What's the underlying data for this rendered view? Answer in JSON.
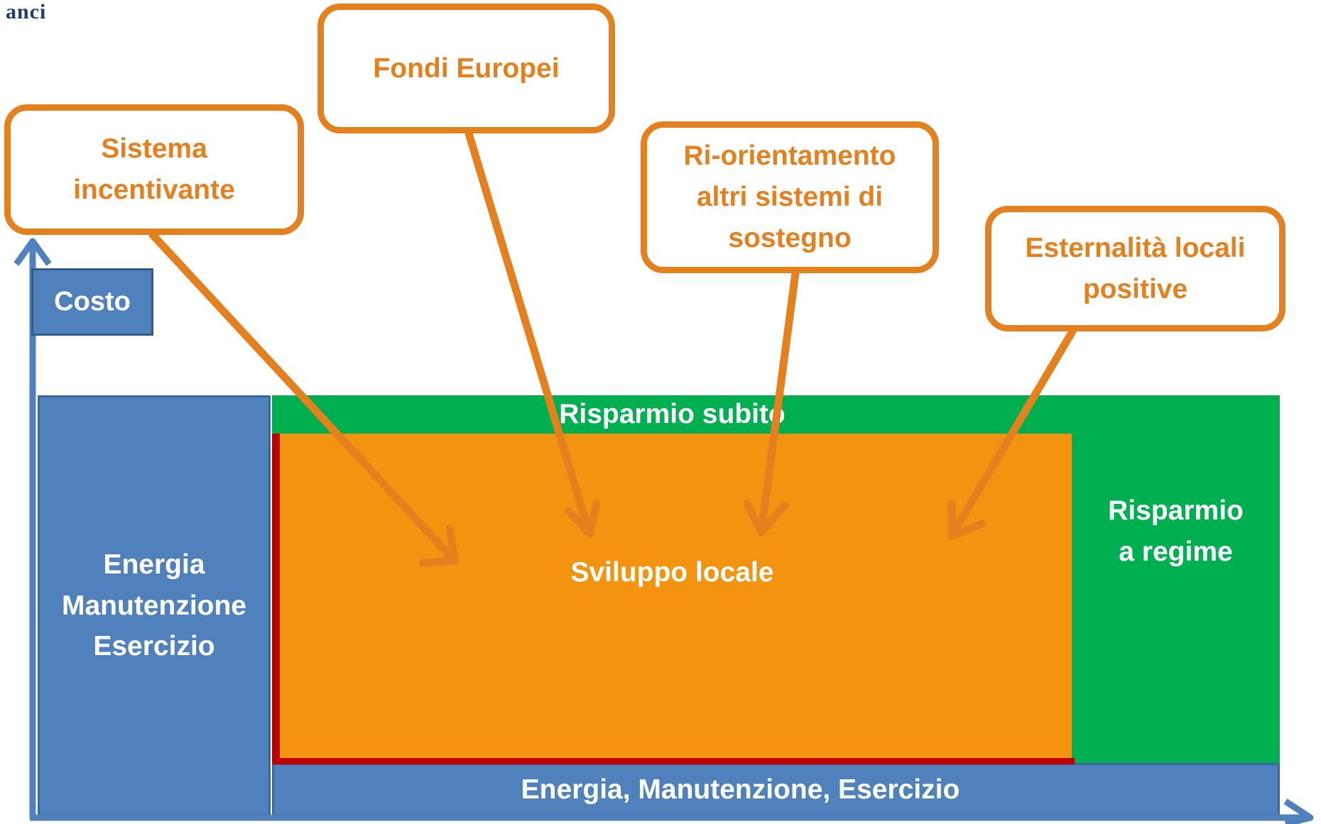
{
  "logo": "anci",
  "axis": {
    "y_label": "Costo"
  },
  "blocks": {
    "left": "Energia\nManutenzione\nEsercizio",
    "bottom": "Energia, Manutenzione, Esercizio",
    "savings_now": "Risparmio subito",
    "local_dev": "Sviluppo locale",
    "savings_regime": "Risparmio\na regime"
  },
  "callouts": {
    "incentives": "Sistema\nincentivante",
    "eu_funds": "Fondi Europei",
    "reorientation": "Ri-orientamento\naltri sistemi di\nsostegno",
    "externalities": "Esternalità locali\npositive"
  },
  "colors": {
    "blue": "#4f81bd",
    "green": "#00b050",
    "orange": "#f39410",
    "callout_border": "#e4801e",
    "red": "#c00000"
  }
}
